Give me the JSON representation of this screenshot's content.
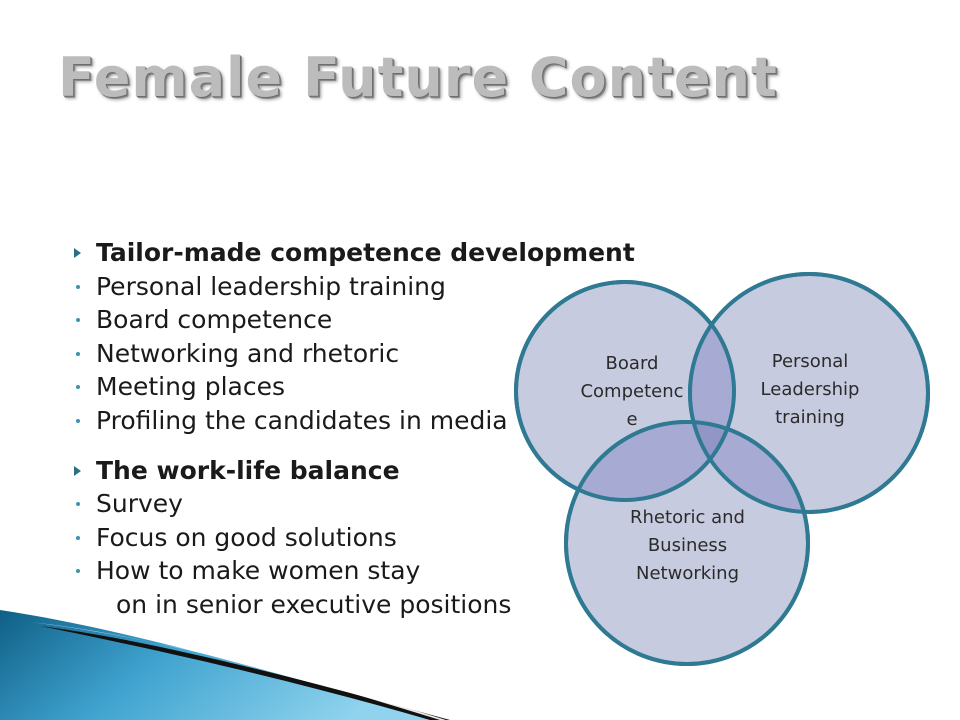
{
  "slide": {
    "title": "Female Future Content"
  },
  "bullets": [
    {
      "level": "main",
      "marker": "arrow",
      "text": "Tailor-made competence development"
    },
    {
      "level": "sub",
      "marker": "dot",
      "text": "Personal leadership training"
    },
    {
      "level": "sub",
      "marker": "dot",
      "text": "Board competence"
    },
    {
      "level": "sub",
      "marker": "dot",
      "text": "Networking and rhetoric"
    },
    {
      "level": "sub",
      "marker": "dot",
      "text": "Meeting places"
    },
    {
      "level": "sub",
      "marker": "dot",
      "text": "Profiling the candidates in media"
    },
    {
      "level": "main",
      "marker": "arrow",
      "text": "The work-life balance"
    },
    {
      "level": "sub",
      "marker": "dot",
      "text": "Survey"
    },
    {
      "level": "sub",
      "marker": "dot",
      "text": "Focus on good solutions"
    },
    {
      "level": "sub",
      "marker": "dot",
      "text": "How to make women stay"
    },
    {
      "level": "sub",
      "marker": "none",
      "text": "on in senior executive positions"
    }
  ],
  "venn": {
    "circles": [
      {
        "label": "Board\nCompetenc\ne"
      },
      {
        "label": "Personal\nLeadership\ntraining"
      },
      {
        "label": "Rhetoric and\nBusiness\nNetworking"
      }
    ],
    "colors": {
      "fill": "#c7cbe0",
      "stroke": "#2f7a92",
      "overlap": "#a7abd3"
    }
  },
  "theme": {
    "accent": "#2a6f86",
    "bullet_dot": "#3d93ad",
    "title_color": "#bcbcbc"
  }
}
